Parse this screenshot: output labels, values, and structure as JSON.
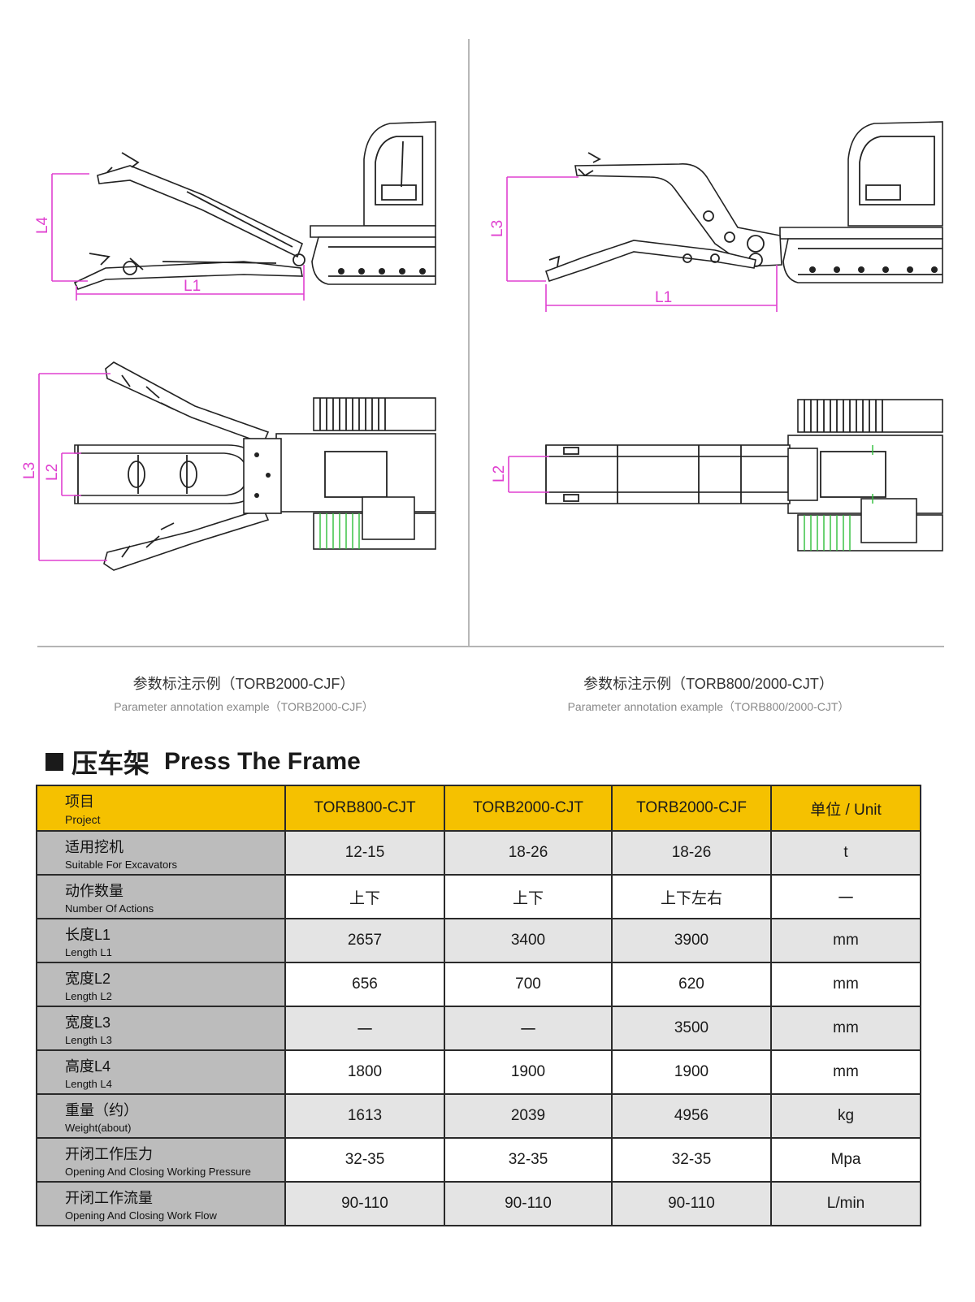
{
  "diagram": {
    "left_labels": {
      "l1": "L1",
      "l2": "L2",
      "l3": "L3",
      "l4": "L4"
    },
    "right_labels": {
      "l1": "L1",
      "l2": "L2",
      "l3": "L3"
    }
  },
  "captions": {
    "left": {
      "cn": "参数标注示例（TORB2000-CJF）",
      "en": "Parameter annotation example（TORB2000-CJF）"
    },
    "right": {
      "cn": "参数标注示例（TORB800/2000-CJT）",
      "en": "Parameter annotation example（TORB800/2000-CJT）"
    }
  },
  "section": {
    "cn": "压车架",
    "en": "Press The Frame"
  },
  "table": {
    "header": {
      "project_cn": "项目",
      "project_en": "Project",
      "columns": [
        "TORB800-CJT",
        "TORB2000-CJT",
        "TORB2000-CJF",
        "单位 / Unit"
      ]
    },
    "rows": [
      {
        "cn": "适用挖机",
        "en": "Suitable For Excavators",
        "values": [
          "12-15",
          "18-26",
          "18-26",
          "t"
        ]
      },
      {
        "cn": "动作数量",
        "en": "Number Of Actions",
        "values": [
          "上下",
          "上下",
          "上下左右",
          "一"
        ]
      },
      {
        "cn": "长度L1",
        "en": "Length L1",
        "values": [
          "2657",
          "3400",
          "3900",
          "mm"
        ]
      },
      {
        "cn": "宽度L2",
        "en": "Length L2",
        "values": [
          "656",
          "700",
          "620",
          "mm"
        ]
      },
      {
        "cn": "宽度L3",
        "en": "Length L3",
        "values": [
          "一",
          "一",
          "3500",
          "mm"
        ]
      },
      {
        "cn": "高度L4",
        "en": "Length L4",
        "values": [
          "1800",
          "1900",
          "1900",
          "mm"
        ]
      },
      {
        "cn": "重量（约）",
        "en": "Weight(about)",
        "values": [
          "1613",
          "2039",
          "4956",
          "kg"
        ]
      },
      {
        "cn": "开闭工作压力",
        "en": "Opening And Closing Working Pressure",
        "values": [
          "32-35",
          "32-35",
          "32-35",
          "Mpa"
        ]
      },
      {
        "cn": "开闭工作流量",
        "en": "Opening And Closing Work Flow",
        "values": [
          "90-110",
          "90-110",
          "90-110",
          "L/min"
        ]
      }
    ]
  }
}
